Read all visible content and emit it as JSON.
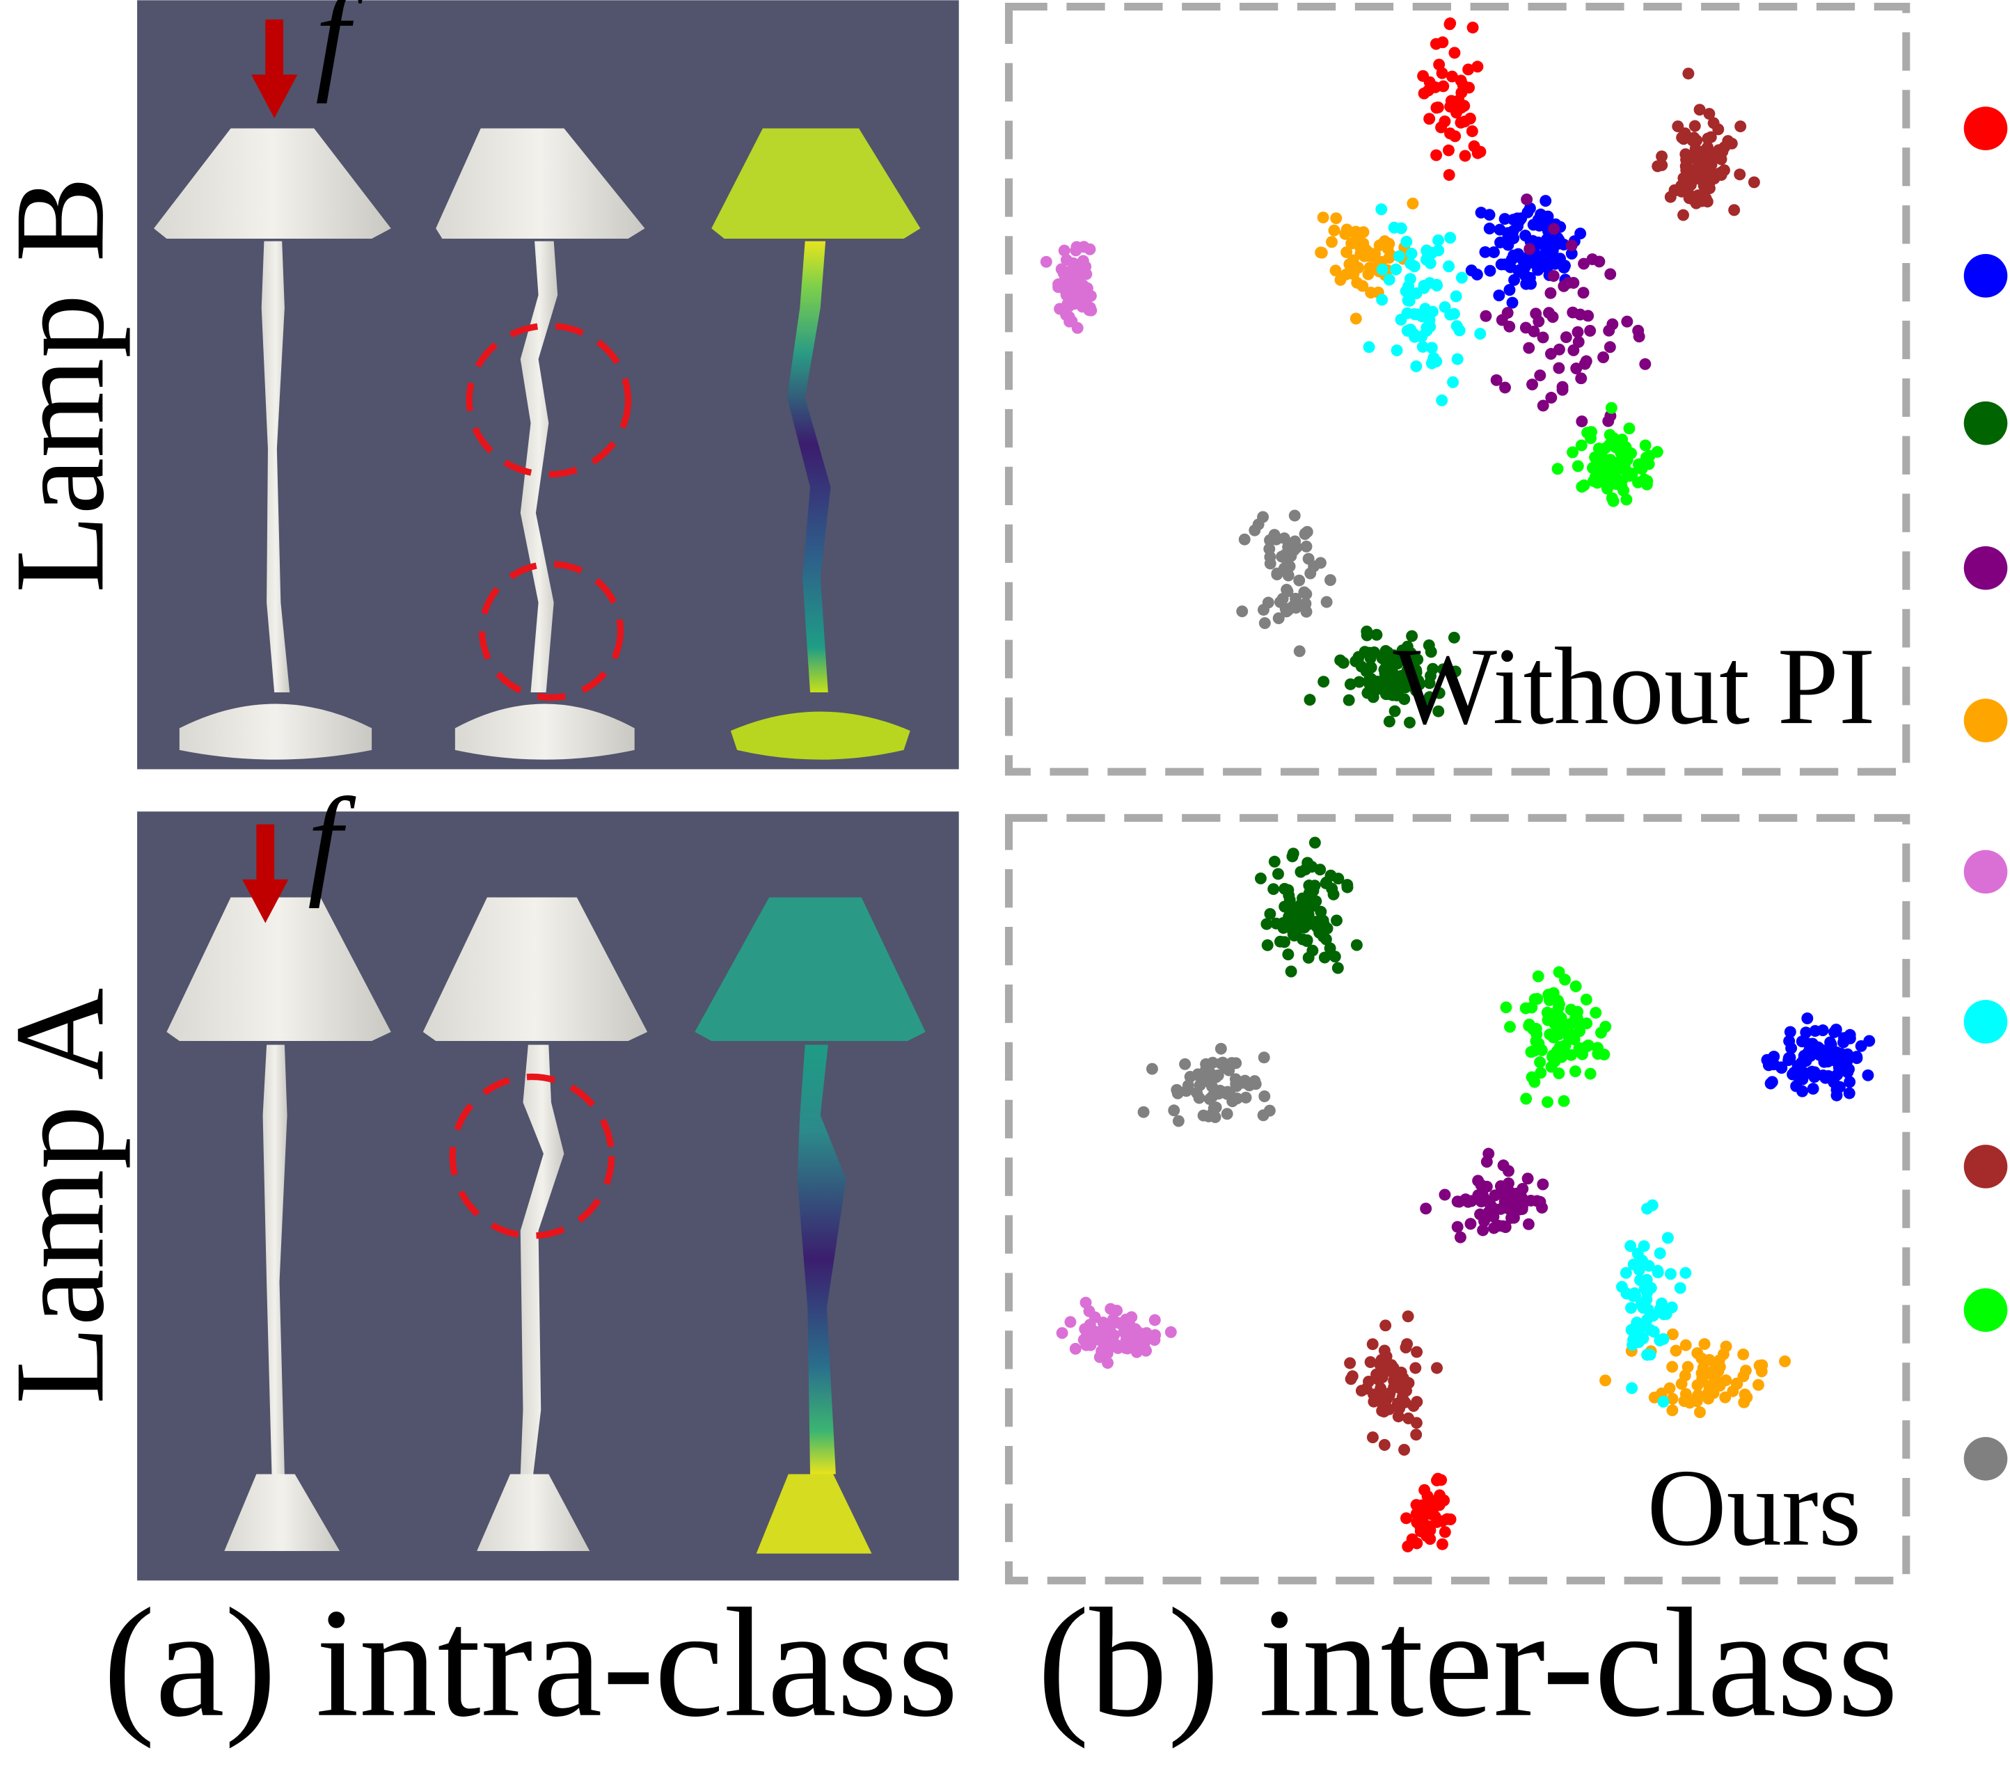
{
  "figure": {
    "row_labels": {
      "top": "Lamp B",
      "bottom": "Lamp A"
    },
    "force_symbol": "f",
    "captions": {
      "a": "(a) intra-class",
      "b": "(b) inter-class"
    }
  },
  "colors": {
    "panel_bg": "#51546C",
    "lamp_white": "#ECEBE6",
    "highlight_circle": "#E8141B",
    "force_arrow": "#C00000",
    "plot_border": "#AAAAAA"
  },
  "chart_data": [
    {
      "type": "scatter",
      "panel_label": "Without PI",
      "series": [
        {
          "color": "#FF0000",
          "cx": 1135,
          "cy": 75,
          "sx": 22,
          "sy": 55,
          "n": 45
        },
        {
          "color": "#0000FF",
          "cx": 1192,
          "cy": 192,
          "sx": 35,
          "sy": 32,
          "n": 95
        },
        {
          "color": "#006400",
          "cx": 1085,
          "cy": 528,
          "sx": 33,
          "sy": 28,
          "n": 110
        },
        {
          "color": "#800080",
          "cx": 1225,
          "cy": 258,
          "sx": 60,
          "sy": 55,
          "n": 60
        },
        {
          "color": "#FFA500",
          "cx": 1065,
          "cy": 198,
          "sx": 30,
          "sy": 28,
          "n": 60
        },
        {
          "color": "#DA70D6",
          "cx": 838,
          "cy": 218,
          "sx": 15,
          "sy": 28,
          "n": 70
        },
        {
          "color": "#00FFFF",
          "cx": 1115,
          "cy": 240,
          "sx": 30,
          "sy": 55,
          "n": 70
        },
        {
          "color": "#A52A2A",
          "cx": 1325,
          "cy": 128,
          "sx": 25,
          "sy": 32,
          "n": 90
        },
        {
          "color": "#00FF00",
          "cx": 1260,
          "cy": 362,
          "sx": 28,
          "sy": 28,
          "n": 95
        },
        {
          "color": "#808080",
          "cx": 1005,
          "cy": 450,
          "sx": 25,
          "sy": 45,
          "n": 60
        }
      ]
    },
    {
      "type": "scatter",
      "panel_label": "Ours",
      "series": [
        {
          "color": "#FF0000",
          "cx": 1112,
          "cy": 1180,
          "sx": 15,
          "sy": 25,
          "n": 40
        },
        {
          "color": "#0000FF",
          "cx": 1418,
          "cy": 825,
          "sx": 32,
          "sy": 25,
          "n": 95
        },
        {
          "color": "#006400",
          "cx": 1018,
          "cy": 712,
          "sx": 28,
          "sy": 38,
          "n": 90
        },
        {
          "color": "#800080",
          "cx": 1170,
          "cy": 938,
          "sx": 35,
          "sy": 22,
          "n": 70
        },
        {
          "color": "#FFA500",
          "cx": 1335,
          "cy": 1075,
          "sx": 40,
          "sy": 22,
          "n": 65
        },
        {
          "color": "#DA70D6",
          "cx": 868,
          "cy": 1042,
          "sx": 30,
          "sy": 16,
          "n": 80
        },
        {
          "color": "#00FFFF",
          "cx": 1285,
          "cy": 1015,
          "sx": 20,
          "sy": 55,
          "n": 60
        },
        {
          "color": "#A52A2A",
          "cx": 1085,
          "cy": 1075,
          "sx": 22,
          "sy": 35,
          "n": 70
        },
        {
          "color": "#00FF00",
          "cx": 1215,
          "cy": 805,
          "sx": 30,
          "sy": 38,
          "n": 85
        },
        {
          "color": "#808080",
          "cx": 950,
          "cy": 850,
          "sx": 35,
          "sy": 25,
          "n": 65
        }
      ]
    }
  ],
  "legend_colors": [
    "#FF0000",
    "#0000FF",
    "#006400",
    "#800080",
    "#FFA500",
    "#DA70D6",
    "#00FFFF",
    "#A52A2A",
    "#00FF00",
    "#808080"
  ]
}
